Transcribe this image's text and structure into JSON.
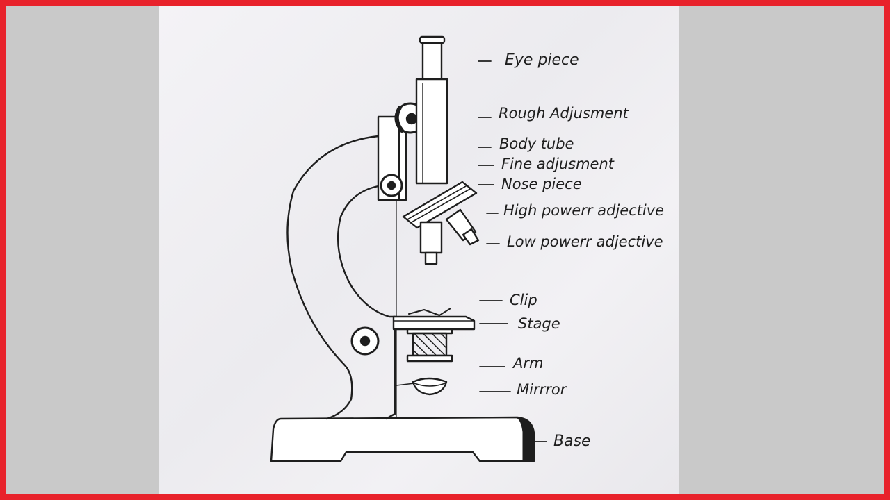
{
  "colors": {
    "border": "#e8222b",
    "side": "#c9c9c9",
    "ink": "#1e1e1e"
  },
  "labels": {
    "eye_piece": "Eye piece",
    "rough_adjustment": "Rough Adjusment",
    "body_tube": "Body tube",
    "fine_adjustment": "Fine adjusment",
    "nose_piece": "Nose piece",
    "high_power": "High powerr adjective",
    "low_power": "Low powerr adjective",
    "clip": "Clip",
    "stage": "Stage",
    "arm": "Arm",
    "mirror": "Mirrror",
    "base": "Base"
  }
}
